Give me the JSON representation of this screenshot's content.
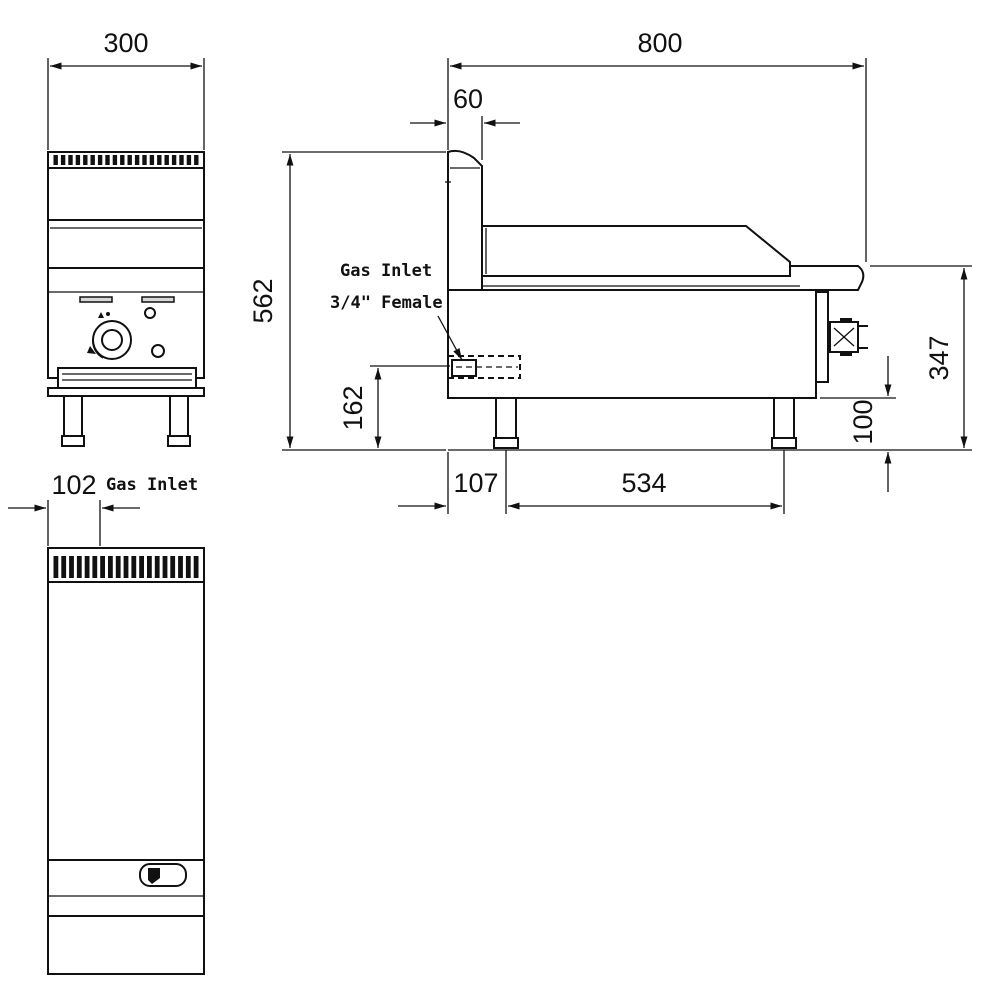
{
  "dimensions": {
    "front_width": "300",
    "overall_depth": "800",
    "splash_depth": "60",
    "overall_height": "562",
    "inlet_height": "162",
    "inlet_offset": "107",
    "leg_spacing": "534",
    "body_height": "347",
    "leg_height": "100",
    "top_inlet_offset": "102"
  },
  "notes": {
    "gas_inlet_line1": "Gas Inlet",
    "gas_inlet_line2": "3/4\" Female",
    "top_gas_inlet": "Gas Inlet"
  },
  "icons": [
    "control-knob-icon",
    "flame-indicator-icon",
    "pilot-hole-icon",
    "drip-tray-handle-icon"
  ],
  "colors": {
    "line": "#111111",
    "background": "#ffffff"
  }
}
